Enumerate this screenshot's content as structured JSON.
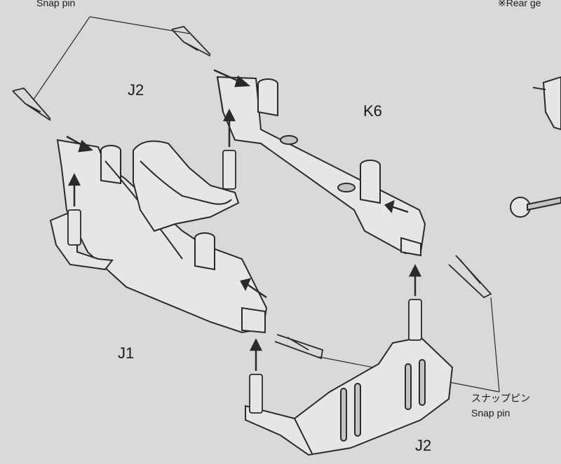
{
  "labels": {
    "snap_pin_top": "Snap pin",
    "rear_gear_note": "※Rear ge",
    "j2_top": "J2",
    "k6": "K6",
    "j1": "J1",
    "j2_bottom": "J2",
    "snap_pin_jp": "スナップピン",
    "snap_pin_bottom": "Snap pin"
  },
  "colors": {
    "paper": "#d9dad8",
    "part_fill": "#e6e7e4",
    "line": "#2a2a2a",
    "shade": "#c4c5c2"
  }
}
